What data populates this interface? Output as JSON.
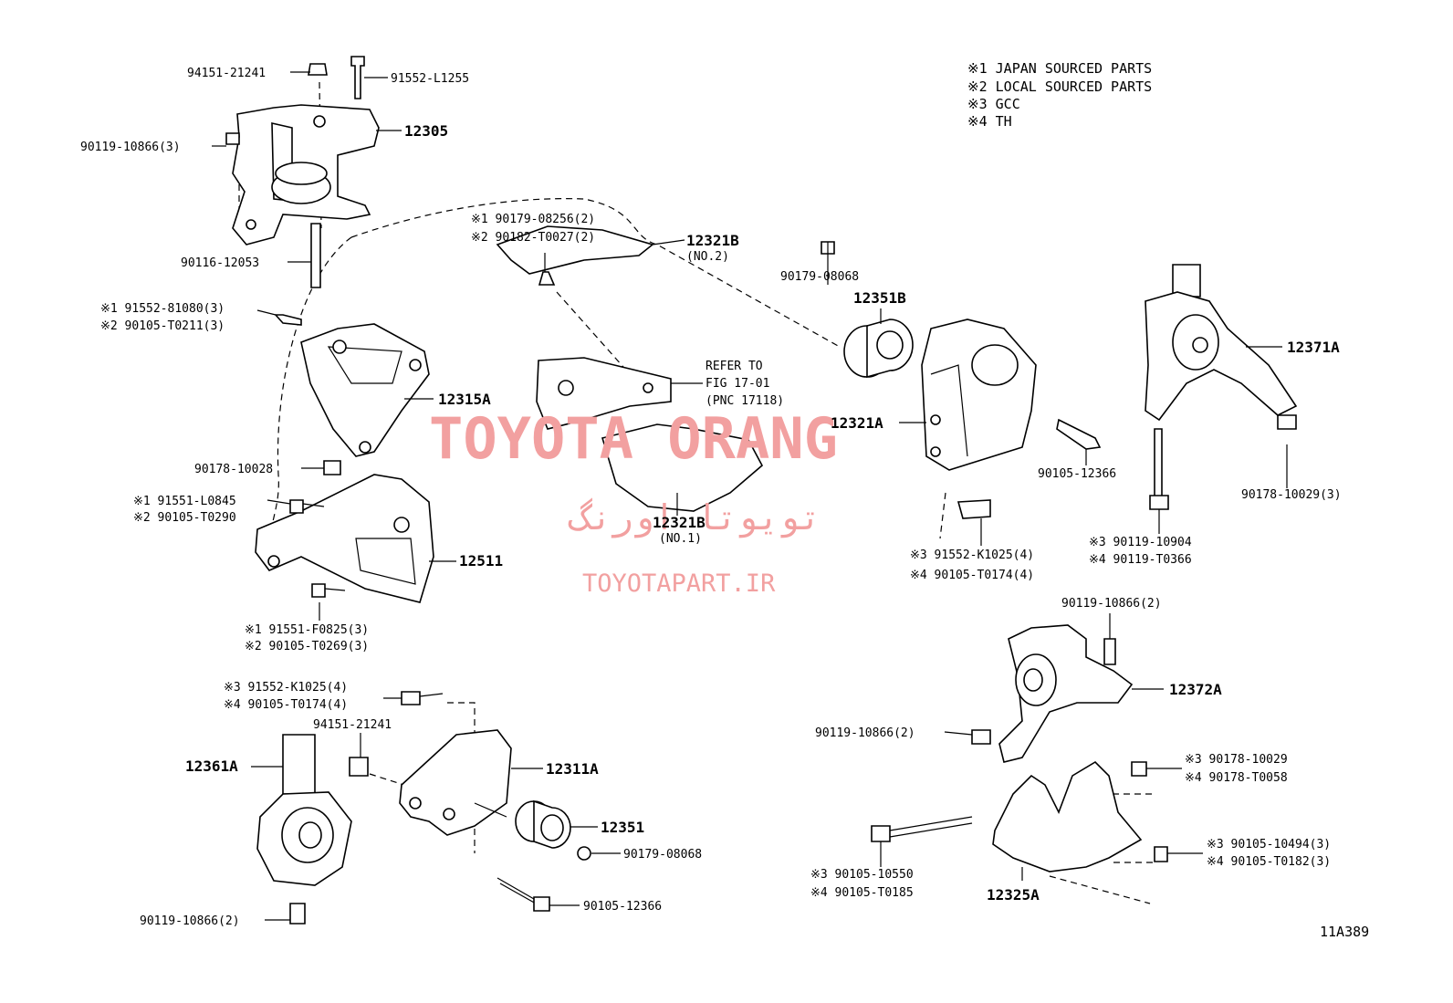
{
  "notes": [
    "※1 JAPAN SOURCED PARTS",
    "※2 LOCAL SOURCED PARTS",
    "※3 GCC",
    "※4 TH"
  ],
  "watermark": {
    "brand": "TOYOTA ORANG",
    "farsi": "تویوتا اورنگ",
    "url": "TOYOTAPART.IR"
  },
  "figure_code": "11A389",
  "parts": {
    "p94151_top": "94151-21241",
    "p91552_L1255": "91552-L1255",
    "p12305": "12305",
    "p90119_10866_3": "90119-10866(3)",
    "p90116_12053": "90116-12053",
    "p91552_81080": "※1 91552-81080(3)",
    "p90105_T0211": "※2 90105-T0211(3)",
    "p12315A": "12315A",
    "p90178_10028": "90178-10028",
    "p91551_L0845": "※1  91551-L0845",
    "p90105_T0290": "※2  90105-T0290",
    "p12511": "12511",
    "p91551_F0825": "※1 91551-F0825(3)",
    "p90105_T0269": "※2 90105-T0269(3)",
    "p91552_K1025_left": "※3 91552-K1025(4)",
    "p90105_T0174_left": "※4 90105-T0174(4)",
    "p94151_mid": "94151-21241",
    "p12361A": "12361A",
    "p12311A": "12311A",
    "p12351": "12351",
    "p90179_08068_bottom": "90179-08068",
    "p90105_12366_bottom": "90105-12366",
    "p90119_10866_2_bottom": "90119-10866(2)",
    "p90179_08256": "※1 90179-08256(2)",
    "p90182_T0027": "※2 90182-T0027(2)",
    "p12321B_no2": "12321B",
    "no2": "(NO.2)",
    "refer1": "REFER TO",
    "refer2": "FIG 17-01",
    "refer3": "(PNC 17118)",
    "p12321B_no1": "12321B",
    "no1": "(NO.1)",
    "p90179_08068_top": "90179-08068",
    "p12351B": "12351B",
    "p12321A": "12321A",
    "p90105_12366_right": "90105-12366",
    "p91552_K1025_right": "※3 91552-K1025(4)",
    "p90105_T0174_right": "※4 90105-T0174(4)",
    "p12371A": "12371A",
    "p90178_10029_3": "90178-10029(3)",
    "p90119_10904": "※3 90119-10904",
    "p90119_T0366": "※4 90119-T0366",
    "p90119_10866_2_top": "90119-10866(2)",
    "p12372A": "12372A",
    "p90119_10866_2_mid": "90119-10866(2)",
    "p90178_10029": "※3 90178-10029",
    "p90178_T0058": "※4 90178-T0058",
    "p90105_10494": "※3 90105-10494(3)",
    "p90105_T0182": "※4 90105-T0182(3)",
    "p90105_10550": "※3 90105-10550",
    "p90105_T0185": "※4 90105-T0185",
    "p12325A": "12325A"
  }
}
